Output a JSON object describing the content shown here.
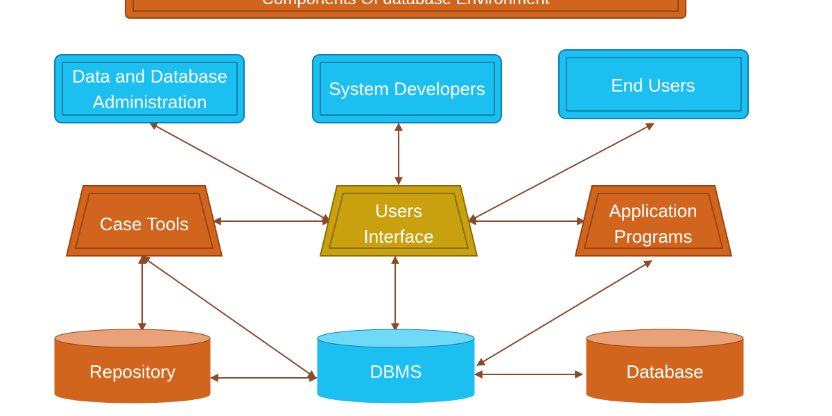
{
  "title": "Components Of database Environment",
  "nodes": {
    "dda": [
      "Data and Database",
      "Administration"
    ],
    "sysdev": [
      "System Developers"
    ],
    "endusers": [
      "End Users"
    ],
    "casetools": [
      "Case Tools"
    ],
    "ui": [
      "Users",
      "Interface"
    ],
    "apps": [
      "Application",
      "Programs"
    ],
    "repo": [
      "Repository"
    ],
    "dbms": [
      "DBMS"
    ],
    "db": [
      "Database"
    ]
  },
  "colors": {
    "blue": "#1cc0f0",
    "blue_dark": "#0c7fb3",
    "orange": "#d2651e",
    "orange_dark": "#9c4510",
    "orange_top": "#e8a178",
    "gold": "#c9a10e",
    "gold_dark": "#8b6d05",
    "cyl_blue_top": "#6fd9f8",
    "arrow": "#8b4a2b"
  },
  "edges": [
    {
      "from": "dda",
      "to": "ui"
    },
    {
      "from": "sysdev",
      "to": "ui"
    },
    {
      "from": "endusers",
      "to": "ui"
    },
    {
      "from": "casetools",
      "to": "ui"
    },
    {
      "from": "ui",
      "to": "apps"
    },
    {
      "from": "casetools",
      "to": "repo"
    },
    {
      "from": "casetools",
      "to": "dbms"
    },
    {
      "from": "ui",
      "to": "dbms"
    },
    {
      "from": "apps",
      "to": "dbms"
    },
    {
      "from": "repo",
      "to": "dbms"
    },
    {
      "from": "dbms",
      "to": "db"
    }
  ]
}
